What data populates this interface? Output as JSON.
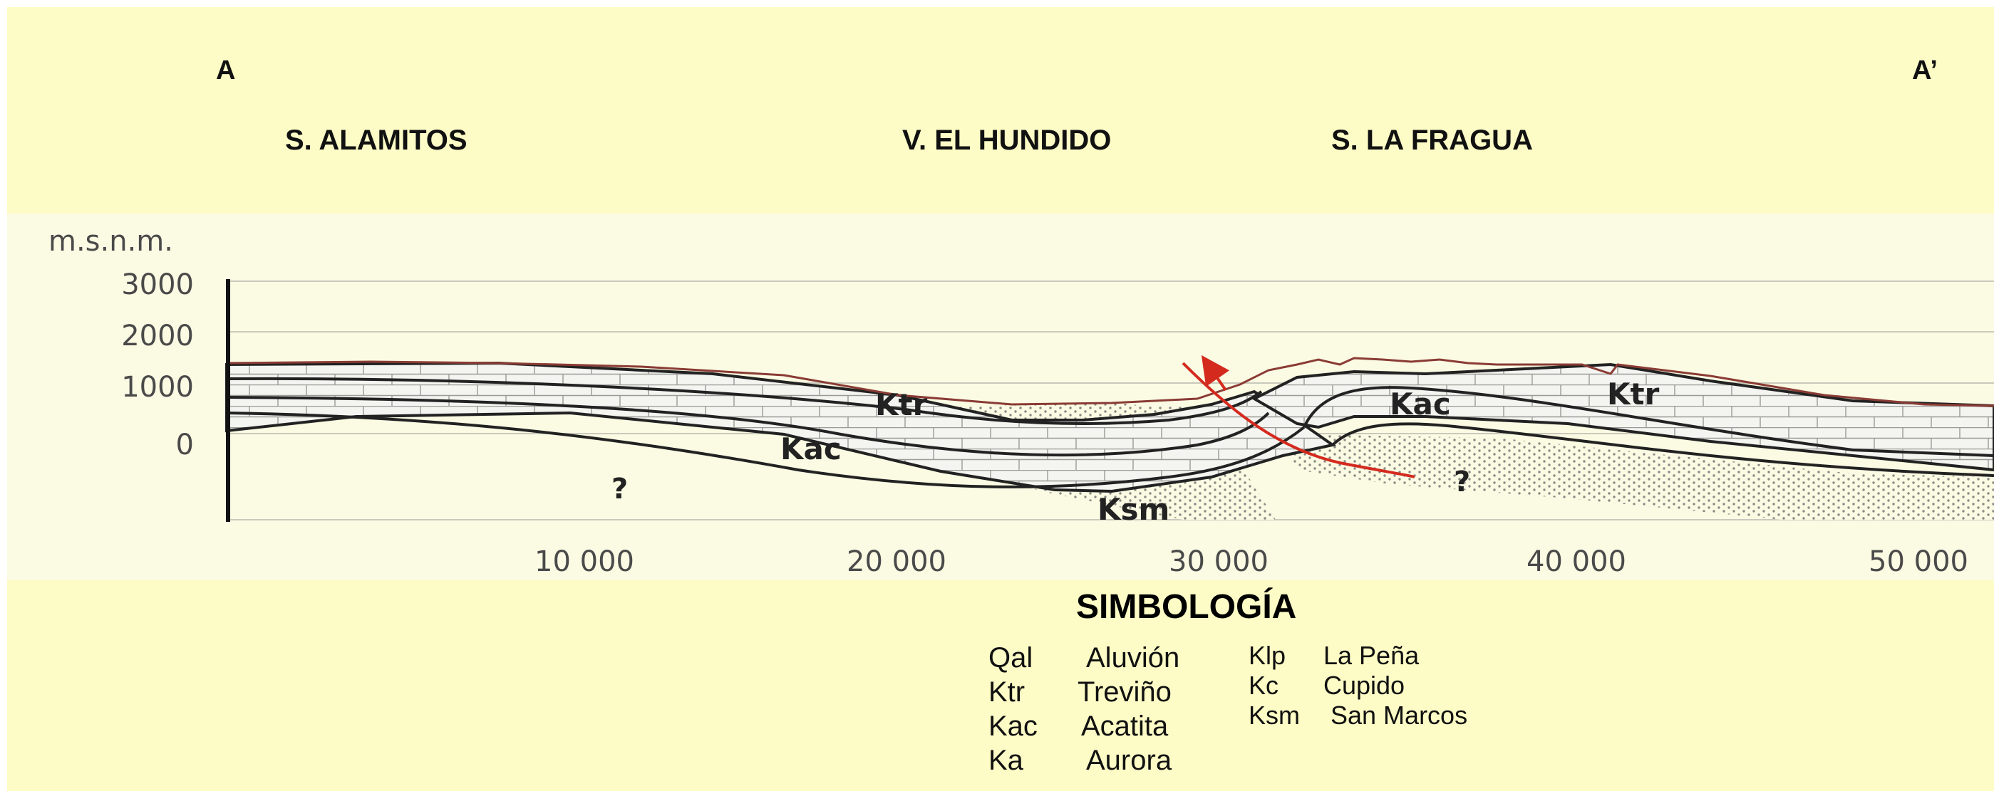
{
  "section_ends": {
    "start": "A",
    "end": "A’"
  },
  "places": [
    {
      "name": "S. ALAMITOS"
    },
    {
      "name": "V. EL HUNDIDO"
    },
    {
      "name": "S. LA FRAGUA"
    }
  ],
  "elevation_axis": {
    "unit_label": "m.s.n.m.",
    "ticks": [
      "3000",
      "2000",
      "1000",
      "0"
    ]
  },
  "distance_axis": {
    "ticks": [
      "10 000",
      "20 000",
      "30 000",
      "40 000",
      "50 000"
    ]
  },
  "unit_labels": {
    "ktr_west": "Ktr",
    "kac_west": "Kac",
    "ksm": "Ksm",
    "kac_east": "Kac",
    "ktr_east": "Ktr",
    "unknown_west": "?",
    "unknown_east": "?"
  },
  "colors": {
    "panel_background": "#fdfcc6",
    "section_background": "#fbfbe4",
    "limestone_fill": "#f4f4f0",
    "contact_lines": "#222222",
    "topography": "#8a3b34",
    "fault": "#d42a1e"
  },
  "legend": {
    "title": "SIMBOLOGÍA",
    "left": [
      {
        "code": "Qal",
        "name": "Aluvión"
      },
      {
        "code": "Ktr",
        "name": "Treviño"
      },
      {
        "code": "Kac",
        "name": "Acatita"
      },
      {
        "code": "Ka",
        "name": "Aurora"
      }
    ],
    "right": [
      {
        "code": "Klp",
        "name": "La Peña"
      },
      {
        "code": "Kc",
        "name": "Cupido"
      },
      {
        "code": "Ksm",
        "name": "San Marcos"
      }
    ]
  }
}
